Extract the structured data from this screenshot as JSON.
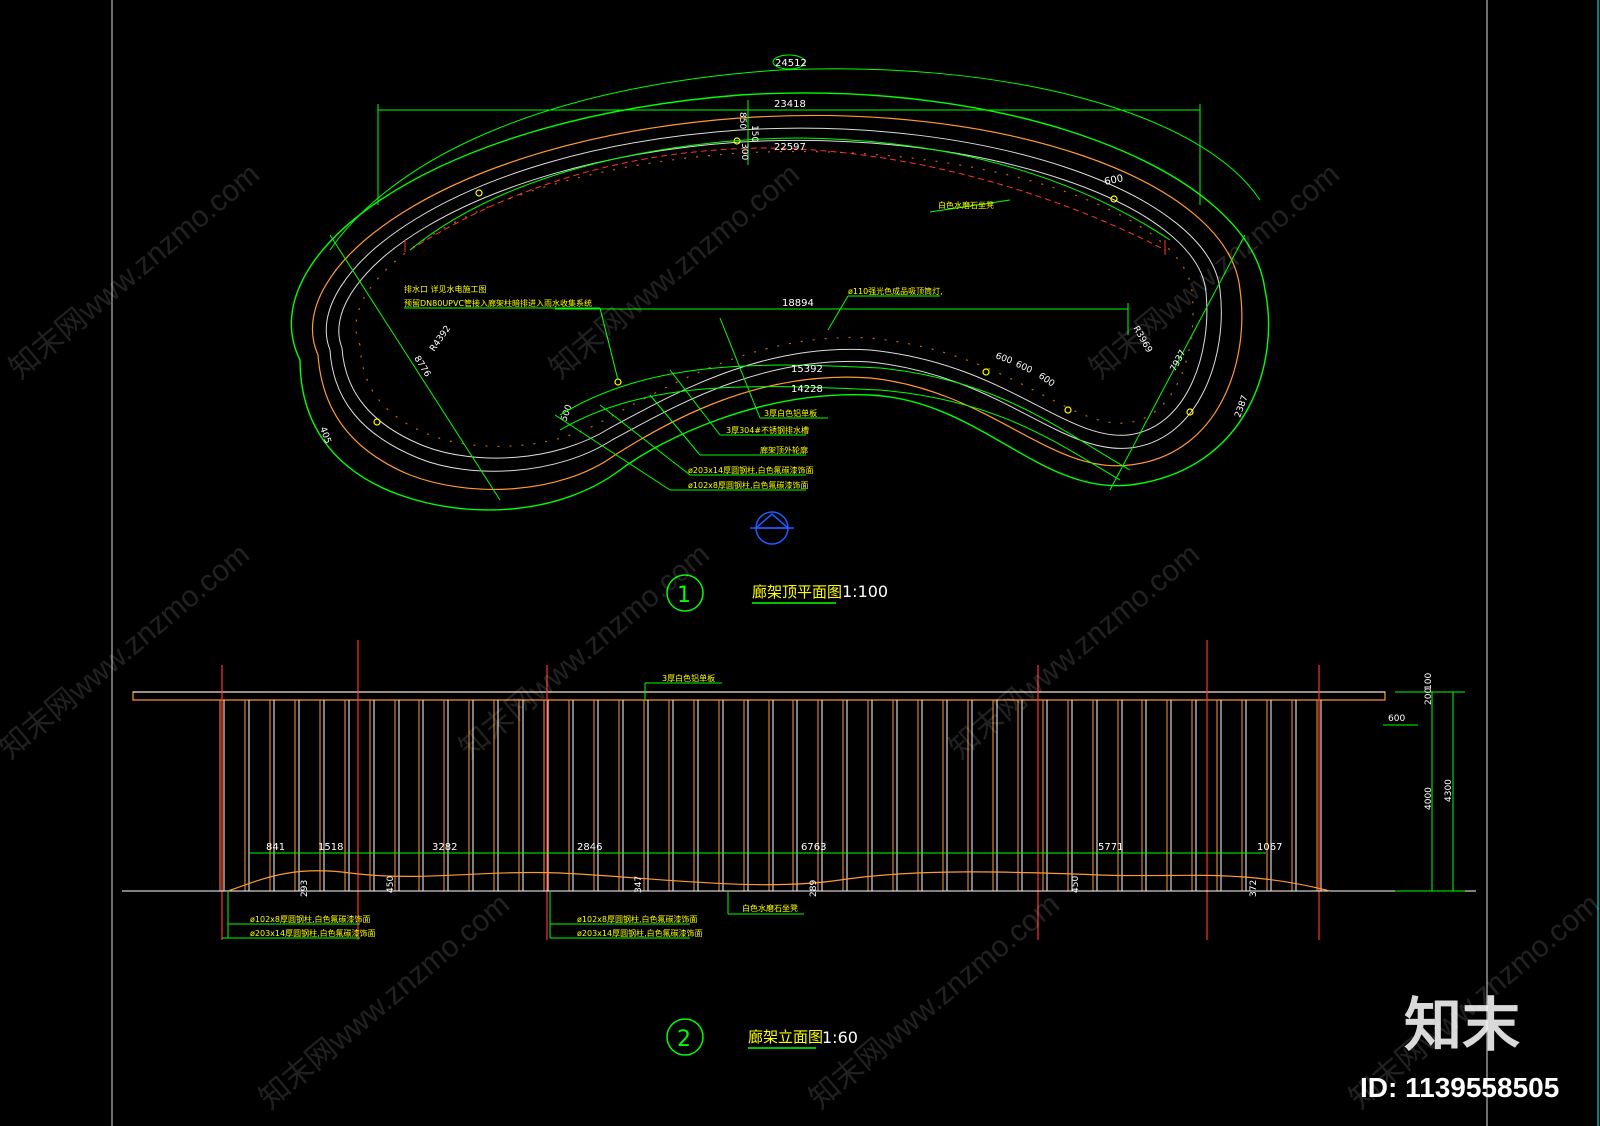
{
  "plan": {
    "dims": {
      "outer_arc": "24512",
      "top_span": "23418",
      "inner_arc": "22597",
      "small_650": "850",
      "small_150": "150",
      "small_300": "300",
      "seg_600_top": "600",
      "inner_span": "18894",
      "arc_15392": "15392",
      "arc_14228": "14228",
      "r_left": "R4392",
      "r_right": "R3969",
      "d_8776": "8776",
      "d_7937": "7937",
      "d_405": "405",
      "d_2387": "2387",
      "d_500": "500",
      "seg_600_a": "600",
      "seg_600_b": "600",
      "seg_600_c": "600"
    },
    "notes": {
      "white_stone": "白色水磨石坐凳",
      "drain_1": "排水口  详见水电施工图",
      "drain_2": "预留DN80UPVC管接入廊架柱暗排进入雨水收集系统",
      "light": "ø110强光色成品吸顶筒灯,",
      "alu_plate": "3厚白色铝单板",
      "gutter": "3厚304#不锈钢排水槽",
      "outline": "廊架顶外轮廓",
      "col_big": "ø203x14厚圆钢柱,白色氟碳漆饰面",
      "col_small": "ø102x8厚圆钢柱,白色氟碳漆饰面"
    },
    "marker": "1",
    "title": "廊架顶平面图",
    "scale": "1:100"
  },
  "elevation": {
    "top_plate": "3厚白色铝单板",
    "dims": {
      "d100": "100",
      "d200": "200",
      "d600": "600",
      "h4000": "4000",
      "h4300": "4300",
      "b841": "841",
      "b1518": "1518",
      "b3282": "3282",
      "b2846": "2846",
      "b6763": "6763",
      "b5771": "5771",
      "b1067": "1067",
      "v293": "293",
      "v450a": "450",
      "v347": "347",
      "v289": "289",
      "v450b": "450",
      "v372": "372"
    },
    "notes": {
      "col_small_l": "ø102x8厚圆钢柱,白色氟碳漆饰面",
      "col_big_l": "ø203x14厚圆钢柱,白色氟碳漆饰面",
      "col_small_m": "ø102x8厚圆钢柱,白色氟碳漆饰面",
      "col_big_m": "ø203x14厚圆钢柱,白色氟碳漆饰面",
      "stone": "白色水磨石坐凳"
    },
    "marker": "2",
    "title": "廊架立面图",
    "scale": "1:60"
  },
  "watermark": {
    "site": "知末网www.znzmo.com",
    "brand": "知末",
    "id": "ID: 1139558505"
  },
  "colors": {
    "background": "#000000",
    "green": "#00ff00",
    "yellow": "#ffff00",
    "orange": "#ff9933",
    "red": "#ff3333",
    "white": "#ffffff",
    "cyan": "#00ffff",
    "blue": "#1e5bff"
  }
}
